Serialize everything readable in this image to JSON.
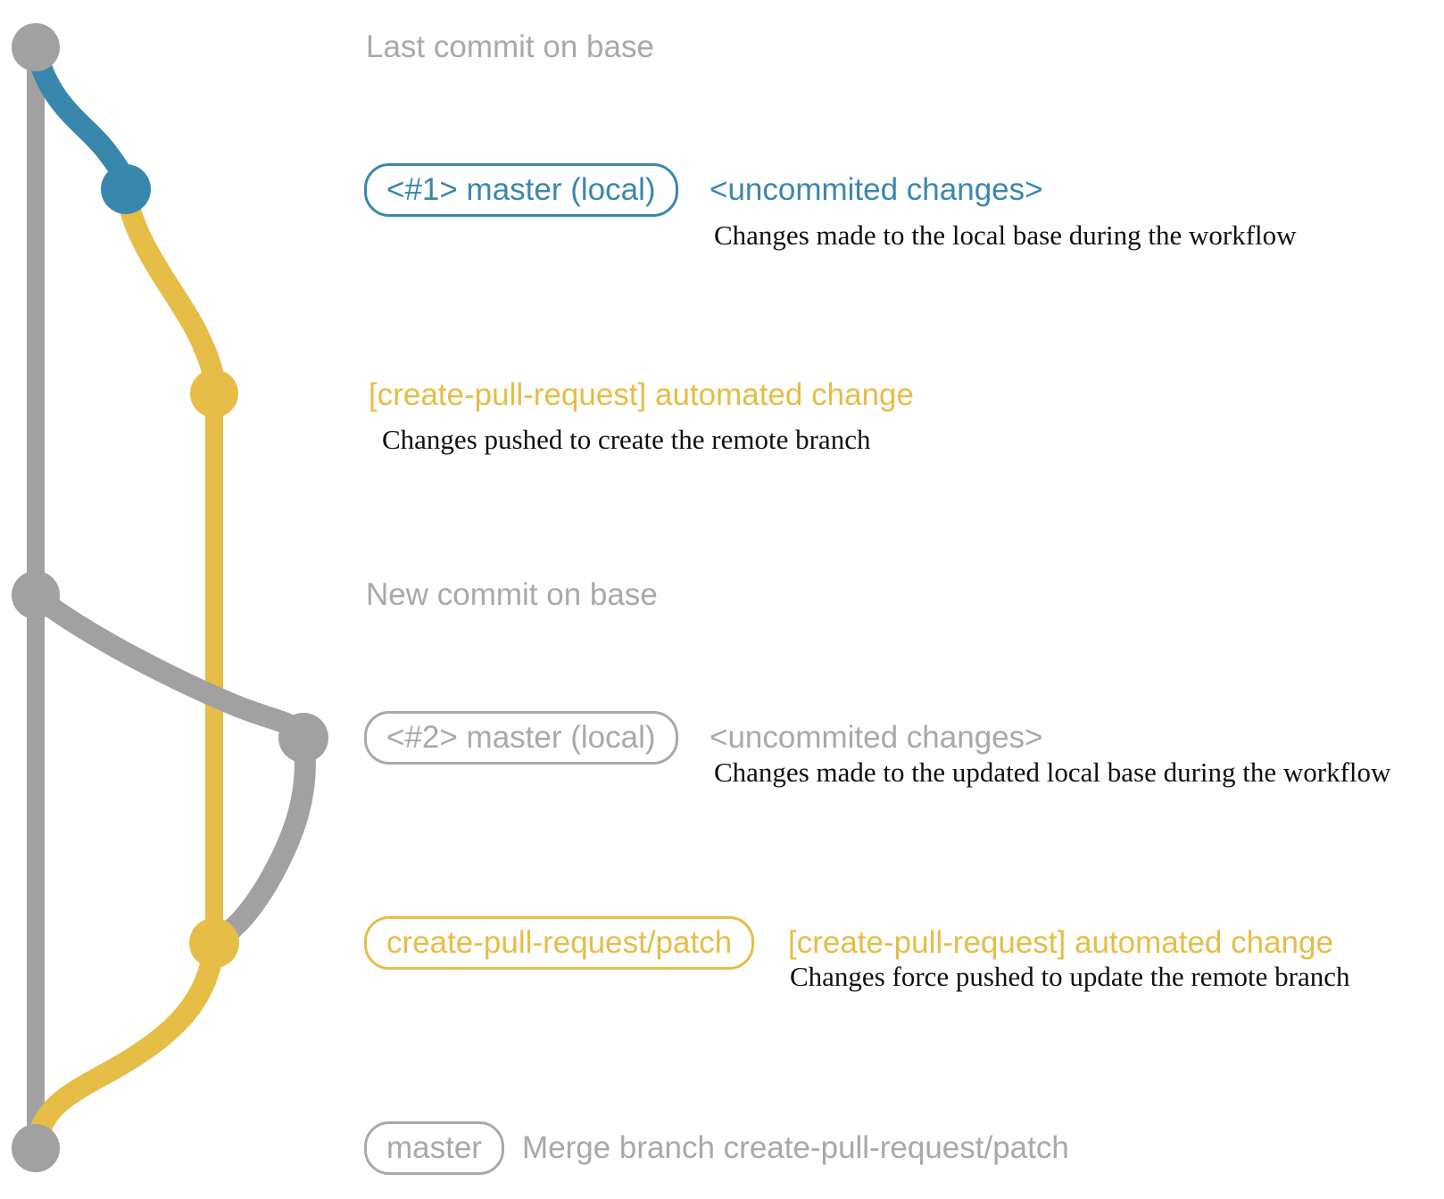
{
  "colors": {
    "blue": "#3a87ae",
    "yellow": "#e6bd46",
    "gray": "#a1a1a1",
    "gray_text": "#a9a9a9",
    "ink": "#101010"
  },
  "rows": {
    "last_commit": {
      "title": "Last commit on base"
    },
    "local1": {
      "branch_label": "<#1> master (local)",
      "message": "<uncommited changes>",
      "description": "Changes made to the local base during the workflow"
    },
    "remote1": {
      "message": "[create-pull-request] automated change",
      "description": "Changes pushed to create the remote branch"
    },
    "new_commit": {
      "title": "New commit on base"
    },
    "local2": {
      "branch_label": "<#2> master (local)",
      "message": "<uncommited changes>",
      "description": "Changes made to the updated local base during the workflow"
    },
    "remote2": {
      "branch_label": "create-pull-request/patch",
      "message": "[create-pull-request] automated change",
      "description": "Changes force pushed to update the remote branch"
    },
    "merge": {
      "branch_label": "master",
      "message": "Merge branch create-pull-request/patch"
    }
  }
}
